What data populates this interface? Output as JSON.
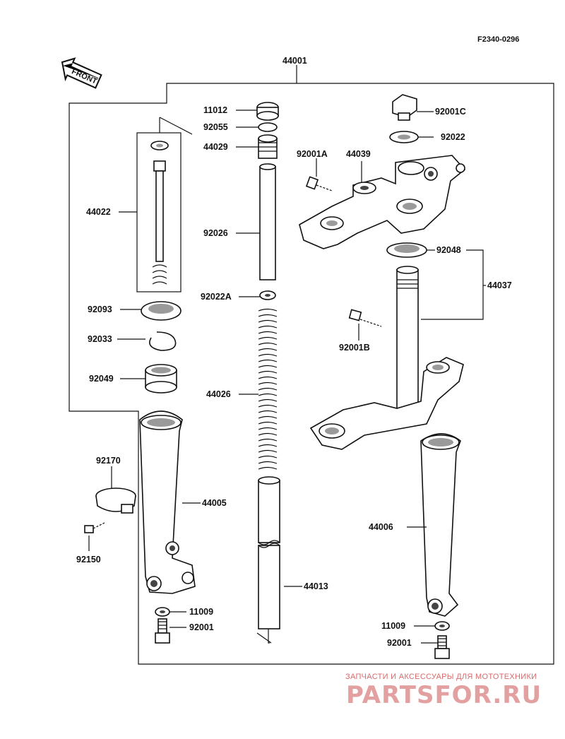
{
  "diagram_code": "F2340-0296",
  "front_label": "FRONT",
  "watermark": {
    "caption": "ЗАПЧАСТИ И АКСЕССУАРЫ ДЛЯ МОТОТЕХНИКИ",
    "logo": "PARTSFOR.RU"
  },
  "labels": [
    {
      "id": "44001",
      "text": "44001"
    },
    {
      "id": "11012",
      "text": "11012"
    },
    {
      "id": "92055",
      "text": "92055"
    },
    {
      "id": "44029",
      "text": "44029"
    },
    {
      "id": "92026",
      "text": "92026"
    },
    {
      "id": "92022A",
      "text": "92022A"
    },
    {
      "id": "44026",
      "text": "44026"
    },
    {
      "id": "44013",
      "text": "44013"
    },
    {
      "id": "44022",
      "text": "44022"
    },
    {
      "id": "92093",
      "text": "92093"
    },
    {
      "id": "92033",
      "text": "92033"
    },
    {
      "id": "92049",
      "text": "92049"
    },
    {
      "id": "92170",
      "text": "92170"
    },
    {
      "id": "44005",
      "text": "44005"
    },
    {
      "id": "92150",
      "text": "92150"
    },
    {
      "id": "11009a",
      "text": "11009"
    },
    {
      "id": "92001a",
      "text": "92001"
    },
    {
      "id": "92001A",
      "text": "92001A"
    },
    {
      "id": "44039",
      "text": "44039"
    },
    {
      "id": "92001C",
      "text": "92001C"
    },
    {
      "id": "92022",
      "text": "92022"
    },
    {
      "id": "92048",
      "text": "92048"
    },
    {
      "id": "44037",
      "text": "44037"
    },
    {
      "id": "92001B",
      "text": "92001B"
    },
    {
      "id": "44006",
      "text": "44006"
    },
    {
      "id": "11009b",
      "text": "11009"
    },
    {
      "id": "92001b",
      "text": "92001"
    }
  ]
}
